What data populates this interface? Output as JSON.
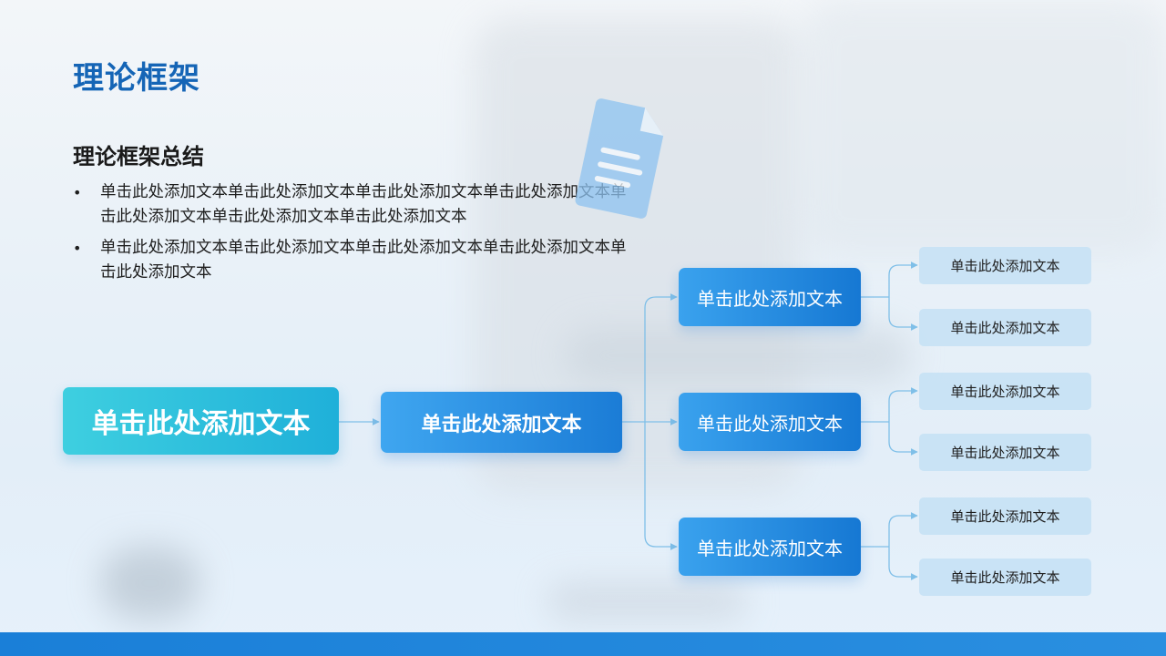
{
  "page": {
    "title": "理论框架",
    "subtitle": "理论框架总结",
    "bullets": [
      "单击此处添加文本单击此处添加文本单击此处添加文本单击此处添加文本单击此处添加文本单击此处添加文本单击此处添加文本",
      "单击此处添加文本单击此处添加文本单击此处添加文本单击此处添加文本单击此处添加文本"
    ]
  },
  "diagram": {
    "root": "单击此处添加文本",
    "level1": "单击此处添加文本",
    "level2": [
      {
        "label": "单击此处添加文本",
        "leaves": [
          "单击此处添加文本",
          "单击此处添加文本"
        ]
      },
      {
        "label": "单击此处添加文本",
        "leaves": [
          "单击此处添加文本",
          "单击此处添加文本"
        ]
      },
      {
        "label": "单击此处添加文本",
        "leaves": [
          "单击此处添加文本",
          "单击此处添加文本"
        ]
      }
    ]
  },
  "colors": {
    "title": "#1565b6",
    "root_start": "#3ecfe0",
    "node_blue": "#1678d3",
    "leaf_bg": "#c4e0f5",
    "connector": "#7fbfe8",
    "bottom_bar": "#1a7fd8"
  },
  "icons": {
    "document": "document-icon",
    "bullet": "bullet-dot"
  }
}
